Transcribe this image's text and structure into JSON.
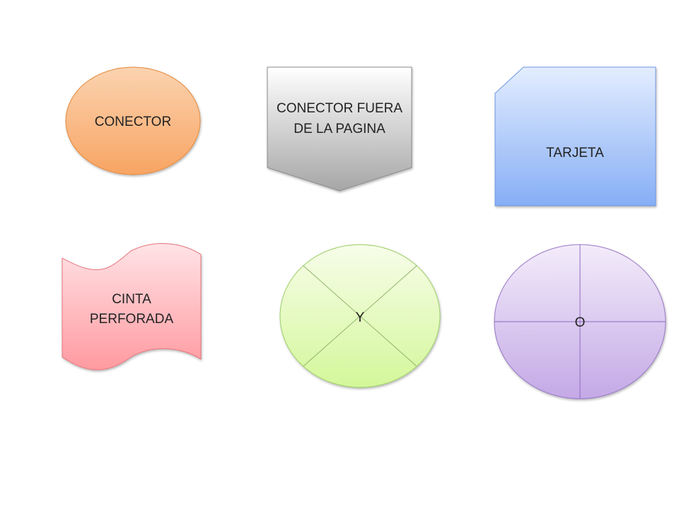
{
  "shapes": {
    "conector": {
      "lines": [
        "CONECTOR"
      ],
      "fill_top": "#fbd3b0",
      "fill_bottom": "#f8a463",
      "stroke": "#e68a3e"
    },
    "conector_fuera": {
      "lines": [
        "CONECTOR FUERA",
        "DE LA PAGINA"
      ],
      "fill_top": "#ffffff",
      "fill_bottom": "#a6a6a6",
      "stroke": "#8c8c8c"
    },
    "tarjeta": {
      "lines": [
        "TARJETA"
      ],
      "fill_top": "#e3edff",
      "fill_bottom": "#86aef5",
      "stroke": "#6f98e2"
    },
    "cinta_perforada": {
      "lines": [
        "CINTA",
        "PERFORADA"
      ],
      "fill_top": "#ffe3e6",
      "fill_bottom": "#ff9aa0",
      "stroke": "#e5767c"
    },
    "y": {
      "lines": [
        "Y"
      ],
      "fill_top": "#f7fde9",
      "fill_bottom": "#d4f79a",
      "stroke": "#9fcf6a",
      "line_color": "#8fb46a"
    },
    "o": {
      "lines": [
        "O"
      ],
      "fill_top": "#f3ecfa",
      "fill_bottom": "#c4a9e6",
      "stroke": "#9a78c8",
      "line_color": "#8f6cc0"
    }
  }
}
